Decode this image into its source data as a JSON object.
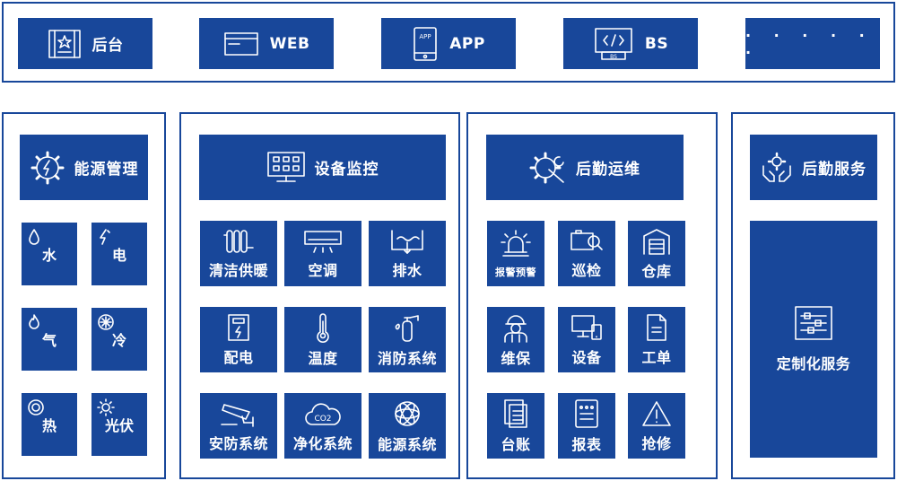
{
  "platforms": [
    {
      "label": "后台",
      "icon": "building-star-icon"
    },
    {
      "label": "WEB",
      "icon": "browser-window-icon"
    },
    {
      "label": "APP",
      "icon": "phone-app-icon",
      "icon_text": "APP"
    },
    {
      "label": "BS",
      "icon": "code-monitor-icon",
      "icon_text": "BS"
    },
    {
      "label": "· · · · · ·"
    }
  ],
  "energy": {
    "title": "能源管理",
    "items": [
      "水",
      "电",
      "气",
      "冷",
      "热",
      "光伏"
    ]
  },
  "monitor": {
    "title": "设备监控",
    "items": [
      "清洁供暖",
      "空调",
      "排水",
      "配电",
      "温度",
      "消防系统",
      "安防系统",
      "净化系统",
      "能源系统"
    ],
    "co2_text": "CO2"
  },
  "ops": {
    "title": "后勤运维",
    "items": [
      "报警预警",
      "巡检",
      "仓库",
      "维保",
      "设备",
      "工单",
      "台账",
      "报表",
      "抢修"
    ]
  },
  "service": {
    "title": "后勤服务",
    "main": "定制化服务"
  },
  "colors": {
    "primary": "#18479a",
    "background": "#ffffff"
  }
}
